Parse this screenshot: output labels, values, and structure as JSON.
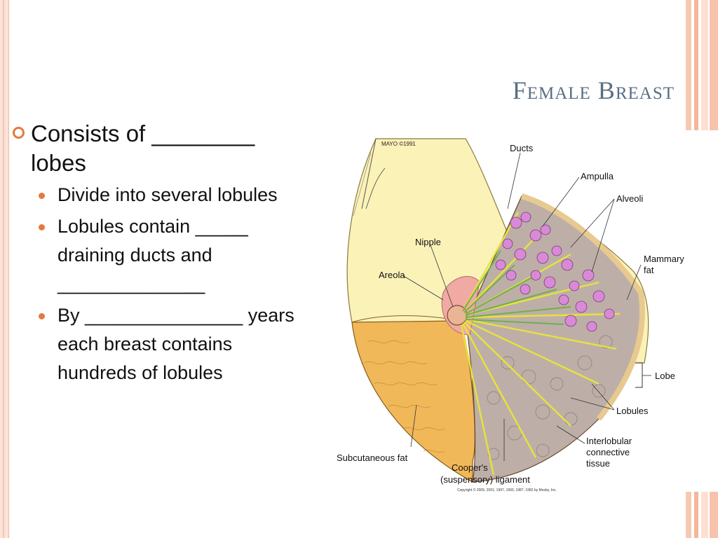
{
  "slide": {
    "title": "Female Breast"
  },
  "bullets": {
    "main": "Consists of ________ lobes",
    "sub": [
      "Divide into several lobules",
      "Lobules contain _____ draining ducts and ______________",
      "By _______________ years each breast contains hundreds of lobules"
    ]
  },
  "figure": {
    "credit": "MAYO ©1991",
    "labels": {
      "ducts": "Ducts",
      "ampulla": "Ampulla",
      "alveoli": "Alveoli",
      "nipple": "Nipple",
      "areola": "Areola",
      "mammary_fat_1": "Mammary",
      "mammary_fat_2": "fat",
      "lobe": "Lobe",
      "lobules": "Lobules",
      "subcutaneous_fat": "Subcutaneous fat",
      "interlobular_1": "Interlobular",
      "interlobular_2": "connective",
      "interlobular_3": "tissue",
      "coopers_1": "Cooper's",
      "coopers_2": "(suspensory) ligament"
    },
    "copyright": "Copyright © 2005, 2001, 1997, 1993, 1987, 1982 by Mosby, Inc."
  },
  "colors": {
    "accent": "#e37b3c",
    "title": "#5a6e82",
    "skin": "#fbf2b8",
    "fat": "#f1b85a",
    "tissue": "#bdafa8",
    "areola": "#f1a9a4",
    "alveoli": "#d98ad6",
    "duct": "#e7e33a"
  }
}
